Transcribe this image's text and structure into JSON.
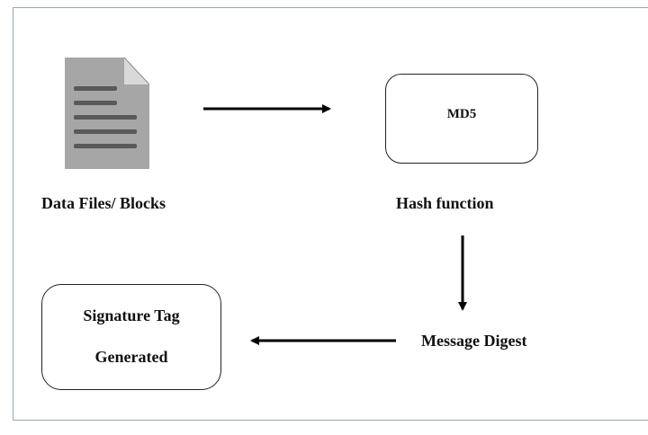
{
  "diagram": {
    "data_files_label": "Data Files/ Blocks",
    "md5_label": "MD5",
    "hash_function_label": "Hash function",
    "message_digest_label": "Message Digest",
    "signature_line1": "Signature Tag",
    "signature_line2": "Generated"
  },
  "colors": {
    "doc_fill": "#a6a6a6",
    "doc_fold": "#d0d0d0",
    "doc_lines": "#595959",
    "arrow": "#000000",
    "text": "#111111"
  },
  "icons": [
    "document-icon"
  ]
}
